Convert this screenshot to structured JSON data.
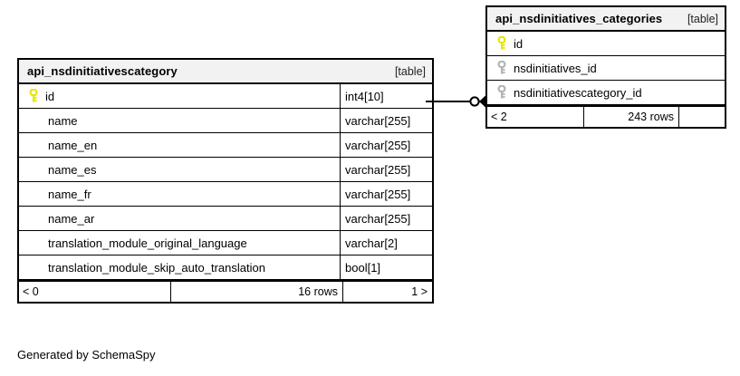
{
  "diagram": {
    "caption": "Generated by SchemaSpy",
    "tables": [
      {
        "id": "api_nsdinitiativescategory",
        "title": "api_nsdinitiativescategory",
        "type_label": "[table]",
        "columns": [
          {
            "name": "id",
            "type": "int4[10]",
            "key": "primary"
          },
          {
            "name": "name",
            "type": "varchar[255]",
            "key": "none"
          },
          {
            "name": "name_en",
            "type": "varchar[255]",
            "key": "none"
          },
          {
            "name": "name_es",
            "type": "varchar[255]",
            "key": "none"
          },
          {
            "name": "name_fr",
            "type": "varchar[255]",
            "key": "none"
          },
          {
            "name": "name_ar",
            "type": "varchar[255]",
            "key": "none"
          },
          {
            "name": "translation_module_original_language",
            "type": "varchar[2]",
            "key": "none"
          },
          {
            "name": "translation_module_skip_auto_translation",
            "type": "bool[1]",
            "key": "none"
          }
        ],
        "footer": {
          "left": "< 0",
          "middle": "16 rows",
          "right": "1 >"
        }
      },
      {
        "id": "api_nsdinitiatives_categories",
        "title": "api_nsdinitiatives_categories",
        "type_label": "[table]",
        "columns": [
          {
            "name": "id",
            "type": "",
            "key": "primary"
          },
          {
            "name": "nsdinitiatives_id",
            "type": "",
            "key": "foreign"
          },
          {
            "name": "nsdinitiativescategory_id",
            "type": "",
            "key": "foreign"
          }
        ],
        "footer": {
          "left": "< 2",
          "middle": "243 rows",
          "right": ""
        }
      }
    ],
    "relationship": {
      "from_table": "api_nsdinitiativescategory",
      "from_column": "id",
      "to_table": "api_nsdinitiatives_categories",
      "to_column": "nsdinitiativescategory_id",
      "notation": "crows-foot-zero-or-many"
    },
    "colors": {
      "primary_key": "#e8e800",
      "foreign_key": "#b3b3b3",
      "header_background": "#f2f2f2",
      "border": "#000000",
      "text": "#000000"
    }
  }
}
